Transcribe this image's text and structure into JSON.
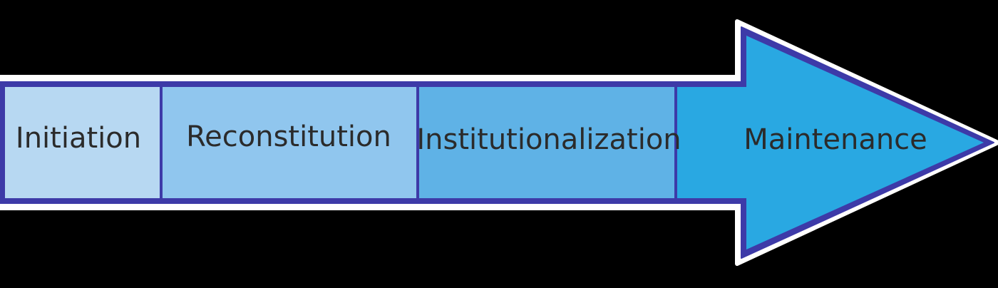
{
  "diagram": {
    "type": "process-arrow",
    "stages": [
      {
        "label": "Initiation",
        "fill": "#b7d8f2"
      },
      {
        "label": "Reconstitution",
        "fill": "#90c6ee"
      },
      {
        "label": "Institutionalization",
        "fill": "#5fb2e6"
      },
      {
        "label": "Maintenance",
        "fill": "#29a8e2"
      }
    ],
    "colors": {
      "background": "#000000",
      "outline": "#3d3aa8",
      "halo": "#ffffff",
      "text": "#2b2b2b"
    }
  }
}
